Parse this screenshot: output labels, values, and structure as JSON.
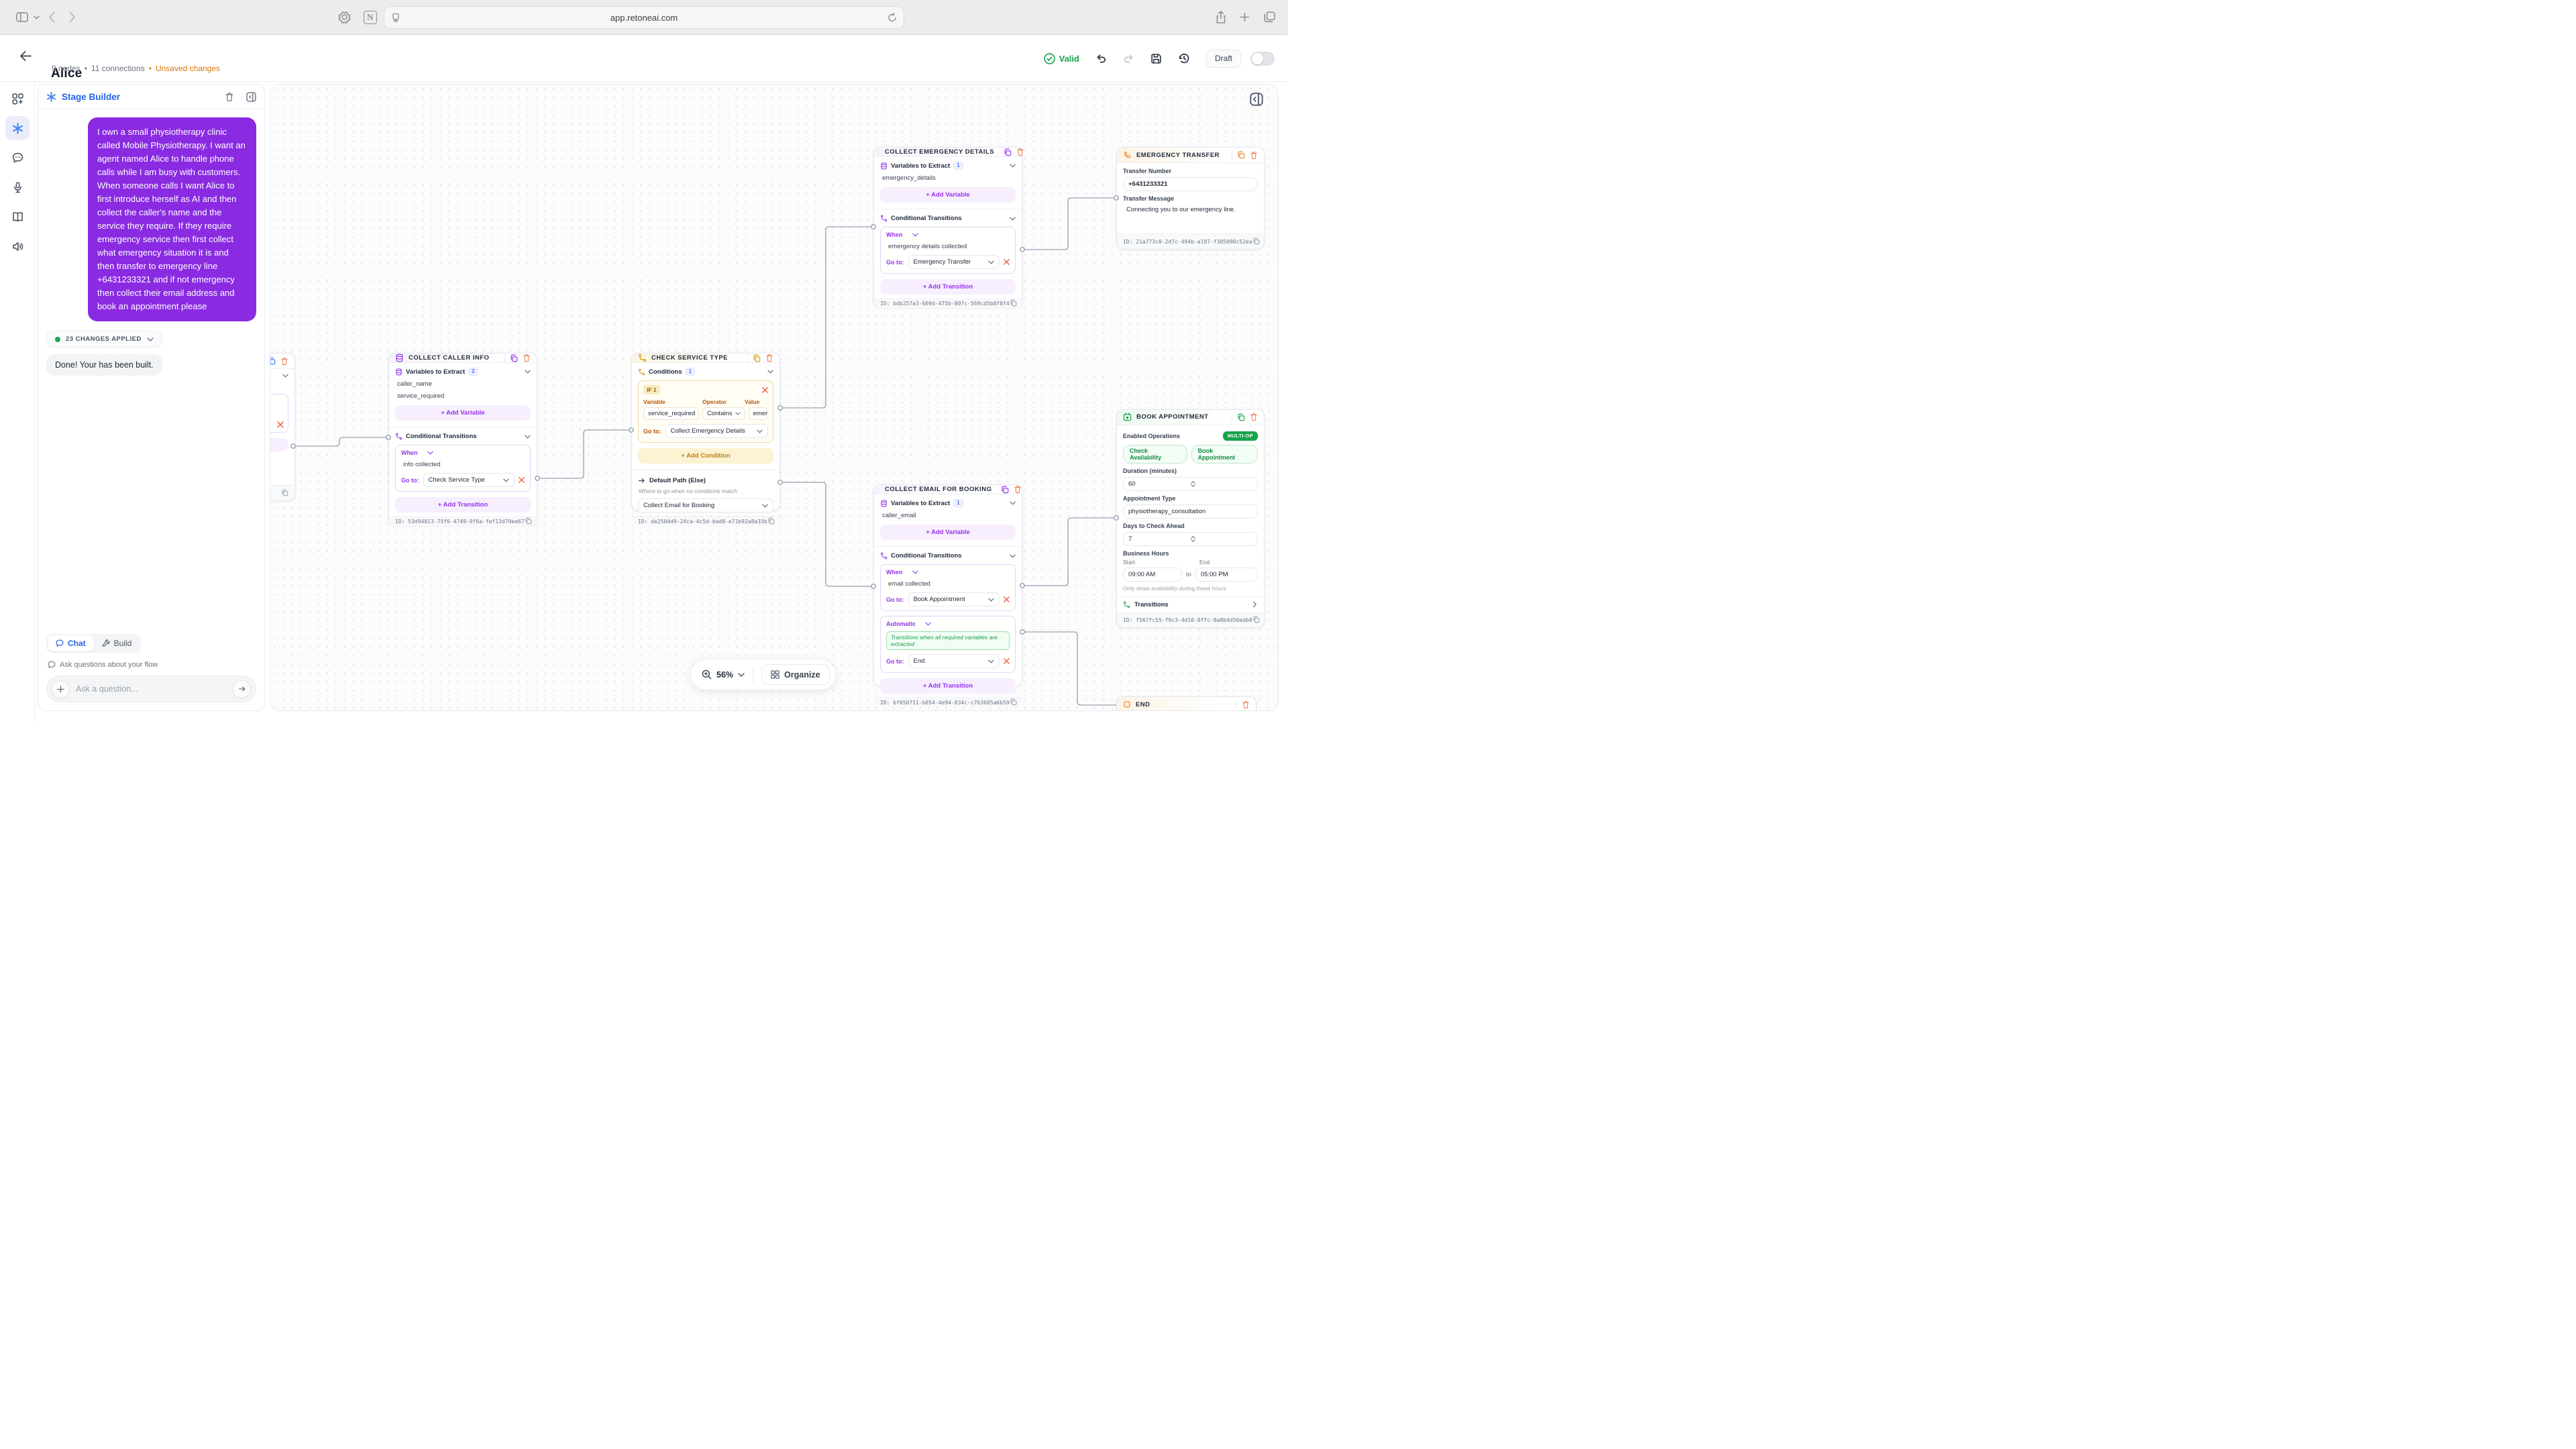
{
  "browser": {
    "url": "app.retoneai.com"
  },
  "header": {
    "title": "Alice",
    "meta_nodes": "9 nodes",
    "meta_sep1": "•",
    "meta_connections": "11 connections",
    "meta_sep2": "•",
    "meta_unsaved": "Unsaved changes",
    "valid": "Valid",
    "draft": "Draft"
  },
  "stage_builder": {
    "title": "Stage Builder",
    "user_message": "I own a small physiotherapy clinic called Mobile Physiotherapy. I want an agent named Alice to handle phone calls while I am busy with customers. When someone calls I want Alice to first introduce herself as AI and then collect the caller's name and the service they require. If they require emergency service then first collect what emergency situation it is and then transfer to emergency line +6431233321 and if not emergency then collect their email address and book an appointment please",
    "changes_applied": "23 CHANGES APPLIED",
    "assistant_message": "Done! Your has been built.",
    "tab_chat": "Chat",
    "tab_build": "Build",
    "hint": "Ask questions about your flow",
    "input_placeholder": "Ask a question..."
  },
  "common": {
    "variables_to_extract": "Variables to Extract",
    "conditional_transitions": "Conditional Transitions",
    "add_variable": "+ Add Variable",
    "add_transition": "+ Add Transition",
    "add_condition": "+ Add Condition",
    "when": "When",
    "goto": "Go to:",
    "automatic": "Automatic"
  },
  "canvas": {
    "zoom": "56%",
    "organize": "Organize",
    "nodes": {
      "caller_info": {
        "title": "COLLECT CALLER INFO",
        "var_count": "2",
        "vars": [
          "caller_name",
          "service_required"
        ],
        "when_desc": "info collected",
        "goto_value": "Check Service Type",
        "id": "ID: 53d94813-75f6-4749-9f6a-fef13d70ee67"
      },
      "service_type": {
        "title": "CHECK SERVICE TYPE",
        "conditions_label": "Conditions",
        "cond_count": "1",
        "if_label": "IF 1",
        "variable_label": "Variable",
        "operator_label": "Operator",
        "value_label": "Value",
        "variable": "service_required",
        "operator": "Contains",
        "value": "emergency",
        "goto_value": "Collect Emergency Details",
        "default_path": "Default Path (Else)",
        "default_hint": "Where to go when no conditions match",
        "default_value": "Collect Email for Booking",
        "id": "ID: de2504d9-24ca-4c5d-bad8-e71b92a8a33b"
      },
      "emergency_details": {
        "title": "COLLECT EMERGENCY DETAILS",
        "var_count": "1",
        "vars": [
          "emergency_details"
        ],
        "when_desc": "emergency details collected",
        "goto_value": "Emergency Transfer",
        "id": "ID: bdb257a3-669d-475b-807c-569cd5b8f8f4"
      },
      "emergency_transfer": {
        "title": "EMERGENCY TRANSFER",
        "number_label": "Transfer Number",
        "number": "+6431233321",
        "message_label": "Transfer Message",
        "message": "Connecting you to our emergency line.",
        "id": "ID: 21a773c0-2d7c-494b-a197-f305090c52ea"
      },
      "email_booking": {
        "title": "COLLECT EMAIL FOR BOOKING",
        "var_count": "1",
        "vars": [
          "caller_email"
        ],
        "when_desc": "email collected",
        "goto_value": "Book Appointment",
        "auto_desc": "Transitions when all required variables are extracted",
        "auto_goto": "End",
        "id": "ID: bf050711-b054-4e94-834c-c763685a6b59"
      },
      "book_appointment": {
        "title": "BOOK APPOINTMENT",
        "enabled_ops": "Enabled Operations",
        "multi_op": "MULTI-OP",
        "ops": [
          "Check Availability",
          "Book Appointment"
        ],
        "duration_label": "Duration (minutes)",
        "duration": "60",
        "type_label": "Appointment Type",
        "type": "physiotherapy_consultation",
        "days_label": "Days to Check Ahead",
        "days": "7",
        "hours_label": "Business Hours",
        "start_label": "Start",
        "start": "09:00 AM",
        "to": "to",
        "end_label": "End",
        "end": "05:00 PM",
        "hours_hint": "Only show availability during these hours",
        "transitions": "Transitions",
        "id": "ID: f567fc55-f9c3-4d10-9ffc-8a8b4d50adb0"
      },
      "end_node": {
        "title": "END"
      }
    }
  },
  "colors": {
    "accent_purple": "#9333ea",
    "bubble_purple": "#8a2be2",
    "accent_amber": "#d99a06",
    "accent_green": "#16a34a",
    "accent_orange": "#ea8a2e",
    "accent_blue": "#2563eb",
    "valid_green": "#16a34a",
    "unsaved_orange": "#d97706"
  }
}
